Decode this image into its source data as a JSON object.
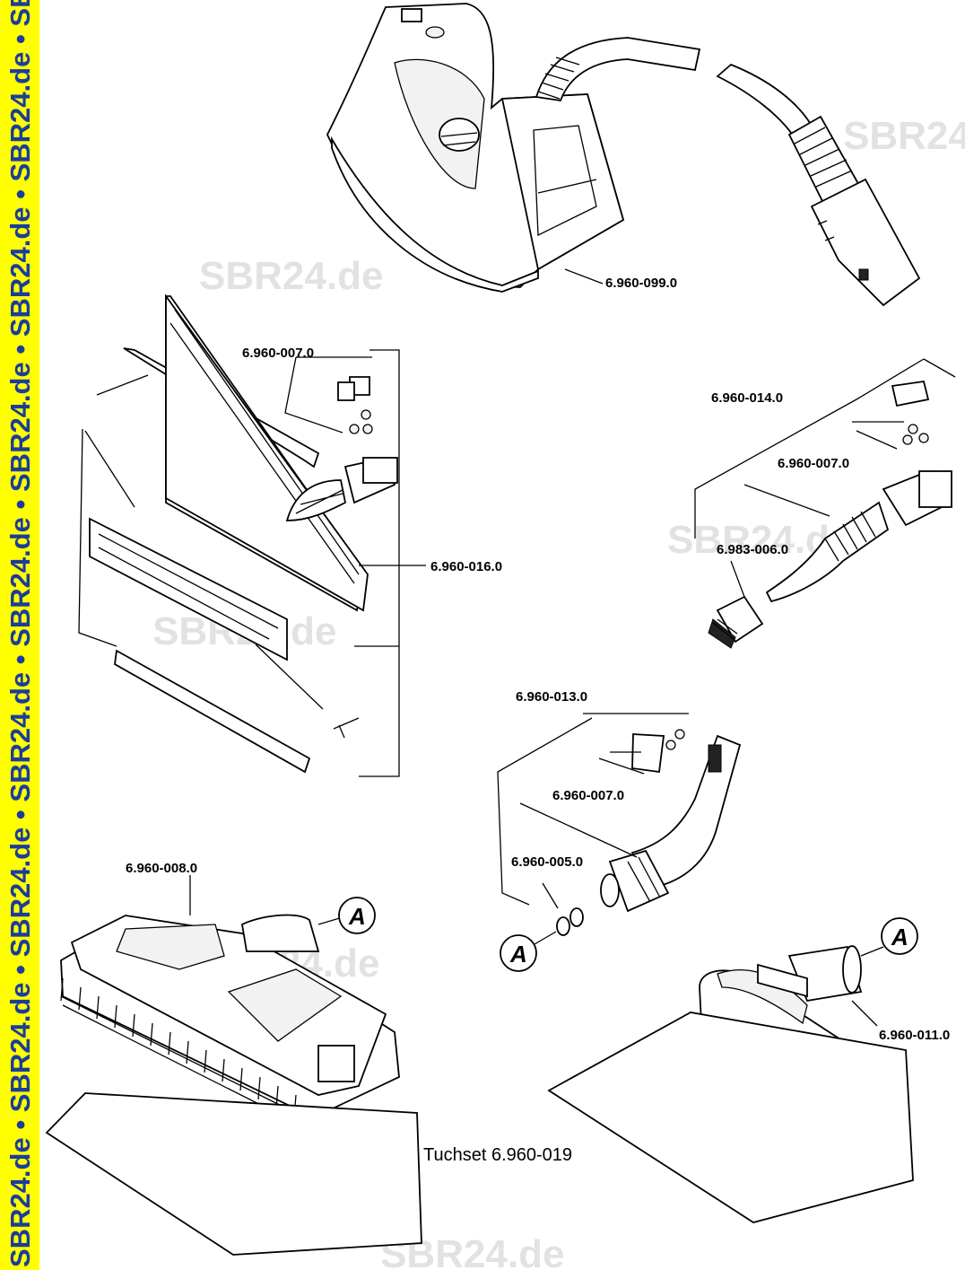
{
  "watermark": {
    "text": "SBR24.de",
    "band_text": "SBR24.de • SBR24.de • SBR24.de • SBR24.de • SBR24.de • SBR24.de • SBR24.de • SBR24.de • SBR24.de",
    "band_color": "#ffff00",
    "band_text_color": "#1a3d9c"
  },
  "parts": {
    "iron": "6.960-099.0",
    "window_set": "6.960-016.0",
    "clip_set_a": "6.960-007.0",
    "spot_nozzle_set": "6.960-014.0",
    "clip_set_b": "6.960-007.0",
    "round_brush": "6.983-006.0",
    "elbow_set": "6.960-013.0",
    "clip_set_c": "6.960-007.0",
    "o_ring": "6.960-005.0",
    "floor_nozzle": "6.960-008.0",
    "hand_nozzle": "6.960-011.0"
  },
  "connector_marks": {
    "a1": "A",
    "a2": "A",
    "a3": "A"
  },
  "caption": "Tuchset 6.960-019"
}
